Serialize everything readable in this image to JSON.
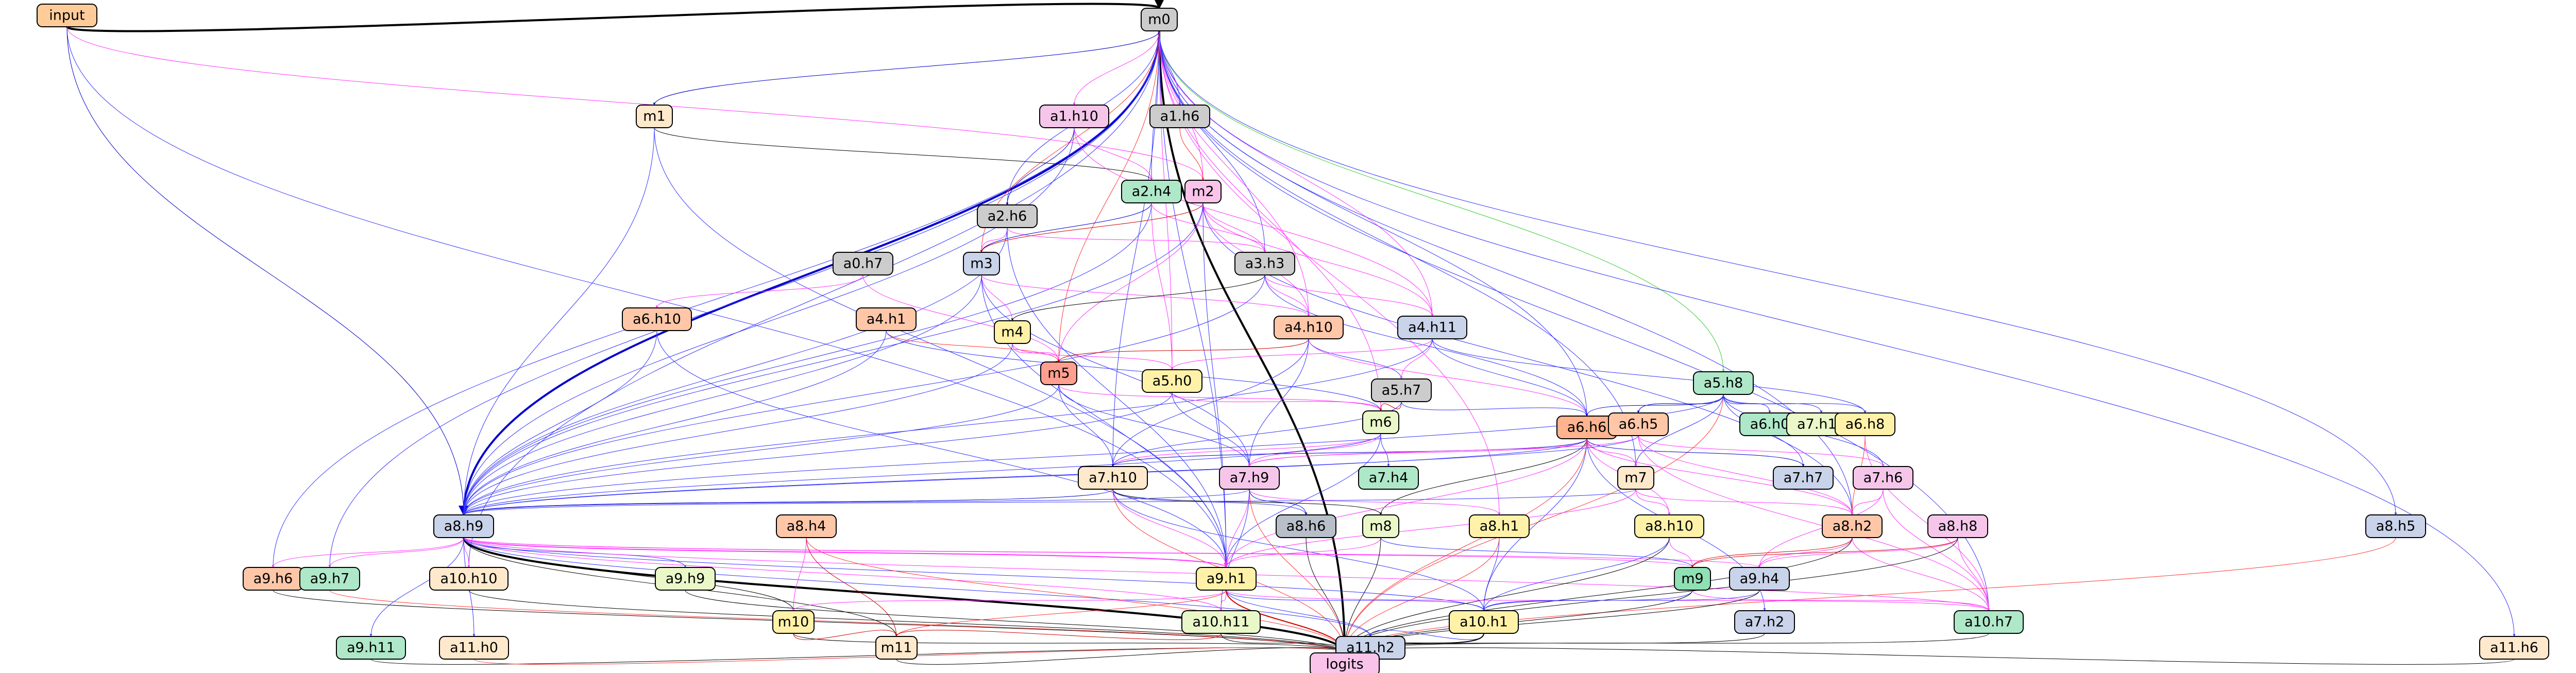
{
  "nodes": [
    {
      "id": "input",
      "label": "input",
      "color": "#ffcc99"
    },
    {
      "id": "m0",
      "label": "m0",
      "color": "#cccccc"
    },
    {
      "id": "m1",
      "label": "m1",
      "color": "#ffe9cc"
    },
    {
      "id": "a1.h10",
      "label": "a1.h10",
      "color": "#f5c6ea"
    },
    {
      "id": "a1.h6",
      "label": "a1.h6",
      "color": "#cccccc"
    },
    {
      "id": "a2.h6",
      "label": "a2.h6",
      "color": "#cccccc"
    },
    {
      "id": "a2.h4",
      "label": "a2.h4",
      "color": "#aee8c8"
    },
    {
      "id": "m2",
      "label": "m2",
      "color": "#f9c3ea"
    },
    {
      "id": "a0.h7",
      "label": "a0.h7",
      "color": "#cccccc"
    },
    {
      "id": "m3",
      "label": "m3",
      "color": "#c9d3ea"
    },
    {
      "id": "a3.h3",
      "label": "a3.h3",
      "color": "#cccccc"
    },
    {
      "id": "a6.h10",
      "label": "a6.h10",
      "color": "#ffc7a8"
    },
    {
      "id": "a4.h1",
      "label": "a4.h1",
      "color": "#ffc7a8"
    },
    {
      "id": "m4",
      "label": "m4",
      "color": "#fff2a8"
    },
    {
      "id": "a4.h10",
      "label": "a4.h10",
      "color": "#ffc7a8"
    },
    {
      "id": "a4.h11",
      "label": "a4.h11",
      "color": "#c9d3ea"
    },
    {
      "id": "m5",
      "label": "m5",
      "color": "#ff9f8f"
    },
    {
      "id": "a5.h0",
      "label": "a5.h0",
      "color": "#fff2a8"
    },
    {
      "id": "a5.h7",
      "label": "a5.h7",
      "color": "#cccccc"
    },
    {
      "id": "a5.h8",
      "label": "a5.h8",
      "color": "#aee8c8"
    },
    {
      "id": "m6",
      "label": "m6",
      "color": "#eaf7c8"
    },
    {
      "id": "a6.h6",
      "label": "a6.h6",
      "color": "#ffb48f"
    },
    {
      "id": "a6.h5",
      "label": "a6.h5",
      "color": "#ffc7a8"
    },
    {
      "id": "a6.h0",
      "label": "a6.h0",
      "color": "#aee8c8"
    },
    {
      "id": "a7.h11",
      "label": "a7.h11",
      "color": "#eaf7c8"
    },
    {
      "id": "a6.h8",
      "label": "a6.h8",
      "color": "#fff2a8"
    },
    {
      "id": "a7.h10",
      "label": "a7.h10",
      "color": "#ffe9cc"
    },
    {
      "id": "a7.h9",
      "label": "a7.h9",
      "color": "#f5c6ea"
    },
    {
      "id": "a7.h4",
      "label": "a7.h4",
      "color": "#aee8c8"
    },
    {
      "id": "m7",
      "label": "m7",
      "color": "#ffe9cc"
    },
    {
      "id": "a7.h7",
      "label": "a7.h7",
      "color": "#c9d3ea"
    },
    {
      "id": "a7.h6",
      "label": "a7.h6",
      "color": "#f5c6ea"
    },
    {
      "id": "a8.h9",
      "label": "a8.h9",
      "color": "#c9d3ea"
    },
    {
      "id": "a8.h4",
      "label": "a8.h4",
      "color": "#ffc7a8"
    },
    {
      "id": "a8.h6",
      "label": "a8.h6",
      "color": "#b8bfc8"
    },
    {
      "id": "m8",
      "label": "m8",
      "color": "#eaf7c8"
    },
    {
      "id": "a8.h1",
      "label": "a8.h1",
      "color": "#fff2a8"
    },
    {
      "id": "a8.h10",
      "label": "a8.h10",
      "color": "#fff2a8"
    },
    {
      "id": "a8.h2",
      "label": "a8.h2",
      "color": "#ffc7a8"
    },
    {
      "id": "a8.h8",
      "label": "a8.h8",
      "color": "#f5c6ea"
    },
    {
      "id": "a8.h5",
      "label": "a8.h5",
      "color": "#c9d3ea"
    },
    {
      "id": "a9.h6",
      "label": "a9.h6",
      "color": "#ffc7a8"
    },
    {
      "id": "a9.h7",
      "label": "a9.h7",
      "color": "#aee8c8"
    },
    {
      "id": "a10.h10",
      "label": "a10.h10",
      "color": "#ffe9cc"
    },
    {
      "id": "a9.h9",
      "label": "a9.h9",
      "color": "#eaf7c8"
    },
    {
      "id": "a9.h1",
      "label": "a9.h1",
      "color": "#fff2a8"
    },
    {
      "id": "m9",
      "label": "m9",
      "color": "#8fe0b4"
    },
    {
      "id": "a9.h4",
      "label": "a9.h4",
      "color": "#c9d3ea"
    },
    {
      "id": "m10",
      "label": "m10",
      "color": "#fff2a8"
    },
    {
      "id": "a10.h11",
      "label": "a10.h11",
      "color": "#eaf7c8"
    },
    {
      "id": "a10.h1",
      "label": "a10.h1",
      "color": "#fff2a8"
    },
    {
      "id": "a10.h7",
      "label": "a10.h7",
      "color": "#aee8c8"
    },
    {
      "id": "a7.h2",
      "label": "a7.h2",
      "color": "#c9d3ea"
    },
    {
      "id": "a9.h11",
      "label": "a9.h11",
      "color": "#aee8c8"
    },
    {
      "id": "a11.h0",
      "label": "a11.h0",
      "color": "#ffe9cc"
    },
    {
      "id": "m11",
      "label": "m11",
      "color": "#ffe9cc"
    },
    {
      "id": "a11.h2",
      "label": "a11.h2",
      "color": "#c9d3ea"
    },
    {
      "id": "a11.h6",
      "label": "a11.h6",
      "color": "#ffe9cc"
    },
    {
      "id": "logits",
      "label": "logits",
      "color": "#f9c3ea"
    }
  ],
  "edges": [
    [
      "input",
      "m0",
      "#000000",
      4
    ],
    [
      "input",
      "a8.h9",
      "#0000cc",
      1
    ],
    [
      "input",
      "a9.h1",
      "#3333ff",
      1
    ],
    [
      "input",
      "m2",
      "#ff33ff",
      1
    ],
    [
      "m0",
      "a8.h9",
      "#0000cc",
      4
    ],
    [
      "m0",
      "logits",
      "#000000",
      4
    ],
    [
      "m0",
      "m1",
      "#0000cc",
      1
    ],
    [
      "m0",
      "a1.h10",
      "#ff33ff",
      1
    ],
    [
      "m0",
      "a1.h6",
      "#3333ff",
      1
    ],
    [
      "m0",
      "a2.h6",
      "#3333ff",
      1
    ],
    [
      "m0",
      "a2.h4",
      "#3333ff",
      1
    ],
    [
      "m0",
      "m2",
      "#ff33ff",
      1
    ],
    [
      "m0",
      "m3",
      "#ff3333",
      1
    ],
    [
      "m0",
      "a3.h3",
      "#3333ff",
      1
    ],
    [
      "m0",
      "a4.h10",
      "#ff33ff",
      1
    ],
    [
      "m0",
      "a4.h11",
      "#ff33ff",
      1
    ],
    [
      "m0",
      "a5.h8",
      "#33cc33",
      1
    ],
    [
      "m0",
      "a6.h6",
      "#3333ff",
      1
    ],
    [
      "m0",
      "m7",
      "#3333ff",
      1
    ],
    [
      "m0",
      "a7.h10",
      "#3333ff",
      1
    ],
    [
      "m0",
      "a8.h5",
      "#3333ff",
      1
    ],
    [
      "m0",
      "a10.h7",
      "#3333ff",
      1
    ],
    [
      "m0",
      "a11.h6",
      "#3333ff",
      1
    ],
    [
      "m0",
      "a9.h6",
      "#3333ff",
      1
    ],
    [
      "m0",
      "a9.h7",
      "#3333ff",
      1
    ],
    [
      "m0",
      "a10.h10",
      "#3333ff",
      1
    ],
    [
      "m0",
      "a9.h1",
      "#3333ff",
      1
    ],
    [
      "m0",
      "m5",
      "#ff3333",
      1
    ],
    [
      "m0",
      "a5.h0",
      "#ff33ff",
      1
    ],
    [
      "m0",
      "a8.h2",
      "#3333ff",
      1
    ],
    [
      "m0",
      "a8.h1",
      "#ff33ff",
      1
    ],
    [
      "m0",
      "m6",
      "#ff33ff",
      1
    ],
    [
      "m1",
      "a2.h4",
      "#000000",
      1
    ],
    [
      "m1",
      "a8.h9",
      "#3333ff",
      1
    ],
    [
      "m1",
      "a9.h1",
      "#3333ff",
      1
    ],
    [
      "a1.h10",
      "a2.h6",
      "#0000cc",
      1
    ],
    [
      "a1.h10",
      "a2.h4",
      "#ff33ff",
      1
    ],
    [
      "a1.h10",
      "a4.h11",
      "#ff33ff",
      1
    ],
    [
      "a1.h10",
      "a8.h9",
      "#3333ff",
      1
    ],
    [
      "a1.h6",
      "m2",
      "#ff3333",
      1
    ],
    [
      "a2.h6",
      "m3",
      "#ff33ff",
      1
    ],
    [
      "a2.h6",
      "a3.h3",
      "#ff33ff",
      1
    ],
    [
      "a2.h6",
      "a8.h9",
      "#3333ff",
      1
    ],
    [
      "a2.h6",
      "a9.h1",
      "#3333ff",
      1
    ],
    [
      "a2.h4",
      "m3",
      "#0000cc",
      1
    ],
    [
      "a2.h4",
      "a3.h3",
      "#ff33ff",
      1
    ],
    [
      "a2.h4",
      "a8.h9",
      "#3333ff",
      1
    ],
    [
      "a2.h4",
      "a5.h0",
      "#ff33ff",
      1
    ],
    [
      "m2",
      "m3",
      "#cc0000",
      1
    ],
    [
      "m2",
      "a3.h3",
      "#ff33ff",
      1
    ],
    [
      "m2",
      "a4.h10",
      "#ff33ff",
      1
    ],
    [
      "m2",
      "a4.h11",
      "#ff33ff",
      1
    ],
    [
      "m2",
      "m5",
      "#ff33ff",
      1
    ],
    [
      "m2",
      "a8.h9",
      "#3333ff",
      1
    ],
    [
      "m2",
      "a9.h1",
      "#3333ff",
      1
    ],
    [
      "m2",
      "a8.h2",
      "#3333ff",
      1
    ],
    [
      "a0.h7",
      "a6.h10",
      "#ff33ff",
      1
    ],
    [
      "a0.h7",
      "m5",
      "#ff33ff",
      1
    ],
    [
      "m3",
      "m4",
      "#ff33ff",
      1
    ],
    [
      "m3",
      "a4.h10",
      "#ff33ff",
      1
    ],
    [
      "m3",
      "a8.h9",
      "#3333ff",
      1
    ],
    [
      "m3",
      "a9.h1",
      "#3333ff",
      1
    ],
    [
      "m3",
      "a7.h9",
      "#3333ff",
      1
    ],
    [
      "a3.h3",
      "m4",
      "#000000",
      1
    ],
    [
      "a3.h3",
      "a4.h10",
      "#ff33ff",
      1
    ],
    [
      "a3.h3",
      "a4.h11",
      "#ff33ff",
      1
    ],
    [
      "a3.h3",
      "a6.h6",
      "#3333ff",
      1
    ],
    [
      "a3.h3",
      "a8.h9",
      "#3333ff",
      1
    ],
    [
      "a6.h10",
      "a8.h9",
      "#3333ff",
      1
    ],
    [
      "a6.h10",
      "a9.h1",
      "#3333ff",
      1
    ],
    [
      "a4.h1",
      "m5",
      "#ff3333",
      1
    ],
    [
      "a4.h1",
      "a8.h9",
      "#3333ff",
      1
    ],
    [
      "a4.h1",
      "m6",
      "#3333ff",
      1
    ],
    [
      "m4",
      "m5",
      "#ff33ff",
      1
    ],
    [
      "m4",
      "a5.h0",
      "#ff33ff",
      1
    ],
    [
      "m4",
      "a8.h9",
      "#3333ff",
      1
    ],
    [
      "a4.h10",
      "m5",
      "#cc0000",
      1
    ],
    [
      "a4.h10",
      "a5.h7",
      "#3333ff",
      1
    ],
    [
      "a4.h10",
      "a6.h6",
      "#ff33ff",
      1
    ],
    [
      "a4.h10",
      "a7.h10",
      "#3333ff",
      1
    ],
    [
      "a4.h10",
      "a7.h9",
      "#3333ff",
      1
    ],
    [
      "a4.h11",
      "a5.h0",
      "#ff33ff",
      1
    ],
    [
      "a4.h11",
      "a5.h7",
      "#ff33ff",
      1
    ],
    [
      "a4.h11",
      "a6.h6",
      "#3333ff",
      1
    ],
    [
      "a4.h11",
      "a8.h9",
      "#3333ff",
      1
    ],
    [
      "a4.h11",
      "a6.h8",
      "#3333ff",
      1
    ],
    [
      "m5",
      "m6",
      "#ff33ff",
      1
    ],
    [
      "m5",
      "a7.h10",
      "#3333ff",
      1
    ],
    [
      "m5",
      "a7.h9",
      "#3333ff",
      1
    ],
    [
      "m5",
      "a8.h9",
      "#3333ff",
      1
    ],
    [
      "a5.h0",
      "m6",
      "#ff33ff",
      1
    ],
    [
      "a5.h0",
      "a7.h9",
      "#3333ff",
      1
    ],
    [
      "a5.h0",
      "a8.h9",
      "#3333ff",
      1
    ],
    [
      "a5.h7",
      "m6",
      "#cc0000",
      1
    ],
    [
      "a5.h7",
      "a6.h6",
      "#3333ff",
      1
    ],
    [
      "a5.h7",
      "a7.h10",
      "#3333ff",
      1
    ],
    [
      "a5.h8",
      "a6.h6",
      "#0000cc",
      1
    ],
    [
      "a5.h8",
      "a6.h5",
      "#0000cc",
      1
    ],
    [
      "a5.h8",
      "a6.h0",
      "#3333ff",
      1
    ],
    [
      "a5.h8",
      "a7.h11",
      "#3333ff",
      1
    ],
    [
      "a5.h8",
      "a6.h8",
      "#3333ff",
      1
    ],
    [
      "a5.h8",
      "a7.h6",
      "#3333ff",
      1
    ],
    [
      "a5.h8",
      "a7.h7",
      "#3333ff",
      1
    ],
    [
      "a5.h8",
      "logits",
      "#ff3333",
      1
    ],
    [
      "a5.h8",
      "a8.h9",
      "#3333ff",
      1
    ],
    [
      "a5.h8",
      "m7",
      "#3333ff",
      1
    ],
    [
      "m6",
      "a7.h10",
      "#ff33ff",
      1
    ],
    [
      "m6",
      "a7.h9",
      "#ff33ff",
      1
    ],
    [
      "m6",
      "a7.h4",
      "#3333ff",
      1
    ],
    [
      "m6",
      "a8.h9",
      "#3333ff",
      1
    ],
    [
      "m6",
      "a9.h1",
      "#3333ff",
      1
    ],
    [
      "a6.h6",
      "a7.h10",
      "#0000cc",
      1
    ],
    [
      "a6.h6",
      "a7.h9",
      "#ff33ff",
      1
    ],
    [
      "a6.h6",
      "m7",
      "#ff33ff",
      1
    ],
    [
      "a6.h6",
      "a7.h7",
      "#0000cc",
      1
    ],
    [
      "a6.h6",
      "a8.h2",
      "#ff33ff",
      1
    ],
    [
      "a6.h6",
      "a8.h10",
      "#ff33ff",
      1
    ],
    [
      "a6.h6",
      "m8",
      "#000000",
      1
    ],
    [
      "a6.h6",
      "a9.h1",
      "#ff33ff",
      1
    ],
    [
      "a6.h6",
      "a10.h1",
      "#3333ff",
      1
    ],
    [
      "a6.h6",
      "a7.h2",
      "#3333ff",
      1
    ],
    [
      "a6.h6",
      "logits",
      "#ff3333",
      1
    ],
    [
      "a6.h6",
      "a8.h9",
      "#3333ff",
      1
    ],
    [
      "a6.h5",
      "a7.h6",
      "#ff33ff",
      1
    ],
    [
      "a6.h5",
      "a7.h9",
      "#ff33ff",
      1
    ],
    [
      "a6.h5",
      "a8.h2",
      "#ff33ff",
      1
    ],
    [
      "a6.h5",
      "a10.h7",
      "#ff33ff",
      1
    ],
    [
      "a6.h5",
      "a8.h9",
      "#3333ff",
      1
    ],
    [
      "a6.h8",
      "a8.h2",
      "#ff3333",
      1
    ],
    [
      "a6.h8",
      "a10.h7",
      "#ff33ff",
      1
    ],
    [
      "a7.h10",
      "a8.h9",
      "#0000cc",
      1
    ],
    [
      "a7.h10",
      "a8.h6",
      "#3333ff",
      1
    ],
    [
      "a7.h10",
      "m8",
      "#000000",
      1
    ],
    [
      "a7.h10",
      "a9.h1",
      "#ff33ff",
      1
    ],
    [
      "a7.h10",
      "a10.h1",
      "#3333ff",
      1
    ],
    [
      "a7.h10",
      "logits",
      "#ff3333",
      1
    ],
    [
      "a7.h9",
      "a8.h6",
      "#0000cc",
      1
    ],
    [
      "a7.h9",
      "a8.h1",
      "#ff33ff",
      1
    ],
    [
      "a7.h9",
      "a9.h1",
      "#ff33ff",
      1
    ],
    [
      "a7.h9",
      "a8.h9",
      "#3333ff",
      1
    ],
    [
      "a7.h9",
      "logits",
      "#ff3333",
      1
    ],
    [
      "a7.h9",
      "a10.h11",
      "#3333ff",
      1
    ],
    [
      "m7",
      "a8.h10",
      "#ff33ff",
      1
    ],
    [
      "m7",
      "a8.h2",
      "#ff33ff",
      1
    ],
    [
      "m7",
      "a9.h1",
      "#ff33ff",
      1
    ],
    [
      "m7",
      "a8.h9",
      "#3333ff",
      1
    ],
    [
      "a7.h6",
      "a8.h2",
      "#ff33ff",
      1
    ],
    [
      "a7.h6",
      "a9.h4",
      "#ff33ff",
      1
    ],
    [
      "a7.h6",
      "a10.h7",
      "#ff33ff",
      1
    ],
    [
      "a8.h9",
      "logits",
      "#000000",
      4
    ],
    [
      "a8.h9",
      "a9.h6",
      "#ff33ff",
      1
    ],
    [
      "a8.h9",
      "a9.h7",
      "#ff33ff",
      1
    ],
    [
      "a8.h9",
      "a10.h10",
      "#ff33ff",
      1
    ],
    [
      "a8.h9",
      "a9.h9",
      "#3333ff",
      1
    ],
    [
      "a8.h9",
      "a9.h1",
      "#ff33ff",
      2
    ],
    [
      "a8.h9",
      "m9",
      "#ff33ff",
      1
    ],
    [
      "a8.h9",
      "a9.h4",
      "#ff33ff",
      1
    ],
    [
      "a8.h9",
      "m10",
      "#000000",
      1
    ],
    [
      "a8.h9",
      "a10.h11",
      "#ff33ff",
      1
    ],
    [
      "a8.h9",
      "a10.h1",
      "#3333ff",
      1
    ],
    [
      "a8.h9",
      "a10.h7",
      "#ff33ff",
      1
    ],
    [
      "a8.h9",
      "a9.h11",
      "#3333ff",
      1
    ],
    [
      "a8.h9",
      "a11.h0",
      "#3333ff",
      1
    ],
    [
      "a8.h9",
      "m11",
      "#000000",
      1
    ],
    [
      "a8.h9",
      "a11.h2",
      "#3333ff",
      1
    ],
    [
      "a8.h4",
      "m10",
      "#ff33ff",
      1
    ],
    [
      "a8.h4",
      "m11",
      "#cc0000",
      1
    ],
    [
      "a8.h4",
      "logits",
      "#ff3333",
      1
    ],
    [
      "a8.h6",
      "logits",
      "#000000",
      1
    ],
    [
      "m8",
      "m9",
      "#3333ff",
      1
    ],
    [
      "m8",
      "a9.h1",
      "#ff33ff",
      1
    ],
    [
      "m8",
      "logits",
      "#000000",
      1
    ],
    [
      "a8.h1",
      "a10.h1",
      "#3333ff",
      1
    ],
    [
      "a8.h1",
      "logits",
      "#ff3333",
      1
    ],
    [
      "a8.h10",
      "m9",
      "#ff33ff",
      1
    ],
    [
      "a8.h10",
      "a10.h1",
      "#3333ff",
      1
    ],
    [
      "a8.h10",
      "logits",
      "#000000",
      1
    ],
    [
      "a8.h2",
      "m9",
      "#cc0000",
      1
    ],
    [
      "a8.h2",
      "a9.h4",
      "#ff33ff",
      1
    ],
    [
      "a8.h2",
      "a10.h7",
      "#ff33ff",
      1
    ],
    [
      "a8.h2",
      "logits",
      "#000000",
      1
    ],
    [
      "a8.h8",
      "m9",
      "#cc0000",
      1
    ],
    [
      "a8.h8",
      "a9.h4",
      "#ff33ff",
      1
    ],
    [
      "a8.h8",
      "a10.h7",
      "#ff33ff",
      1
    ],
    [
      "a8.h8",
      "logits",
      "#000000",
      1
    ],
    [
      "a8.h5",
      "logits",
      "#ff3333",
      1
    ],
    [
      "a9.h6",
      "logits",
      "#000000",
      1
    ],
    [
      "a9.h7",
      "logits",
      "#ff3333",
      1
    ],
    [
      "a10.h10",
      "logits",
      "#000000",
      1
    ],
    [
      "a9.h9",
      "logits",
      "#000000",
      1
    ],
    [
      "a9.h1",
      "m10",
      "#ff33ff",
      1
    ],
    [
      "a9.h1",
      "a10.h11",
      "#ff33ff",
      1
    ],
    [
      "a9.h1",
      "a10.h1",
      "#3333ff",
      1
    ],
    [
      "a9.h1",
      "m11",
      "#ff3333",
      1
    ],
    [
      "a9.h1",
      "a11.h2",
      "#3333ff",
      1
    ],
    [
      "a9.h1",
      "logits",
      "#cc0000",
      2
    ],
    [
      "a9.h1",
      "a10.h7",
      "#ff33ff",
      1
    ],
    [
      "m9",
      "a10.h1",
      "#3333ff",
      1
    ],
    [
      "m9",
      "logits",
      "#000000",
      1
    ],
    [
      "m9",
      "a10.h7",
      "#ff33ff",
      1
    ],
    [
      "a9.h4",
      "a10.h1",
      "#3333ff",
      1
    ],
    [
      "a9.h4",
      "logits",
      "#000000",
      1
    ],
    [
      "m10",
      "logits",
      "#000000",
      1
    ],
    [
      "m10",
      "m11",
      "#cc0000",
      1
    ],
    [
      "a10.h11",
      "logits",
      "#000000",
      1
    ],
    [
      "a10.h11",
      "m11",
      "#cc0000",
      1
    ],
    [
      "a10.h1",
      "a11.h2",
      "#3333ff",
      1
    ],
    [
      "a10.h1",
      "logits",
      "#000000",
      2
    ],
    [
      "a10.h7",
      "logits",
      "#000000",
      1
    ],
    [
      "a7.h2",
      "logits",
      "#000000",
      1
    ],
    [
      "a9.h11",
      "logits",
      "#000000",
      1
    ],
    [
      "a11.h0",
      "logits",
      "#ff3333",
      1
    ],
    [
      "m11",
      "logits",
      "#000000",
      1
    ],
    [
      "a11.h2",
      "logits",
      "#000000",
      1
    ],
    [
      "a11.h6",
      "logits",
      "#000000",
      1
    ]
  ]
}
